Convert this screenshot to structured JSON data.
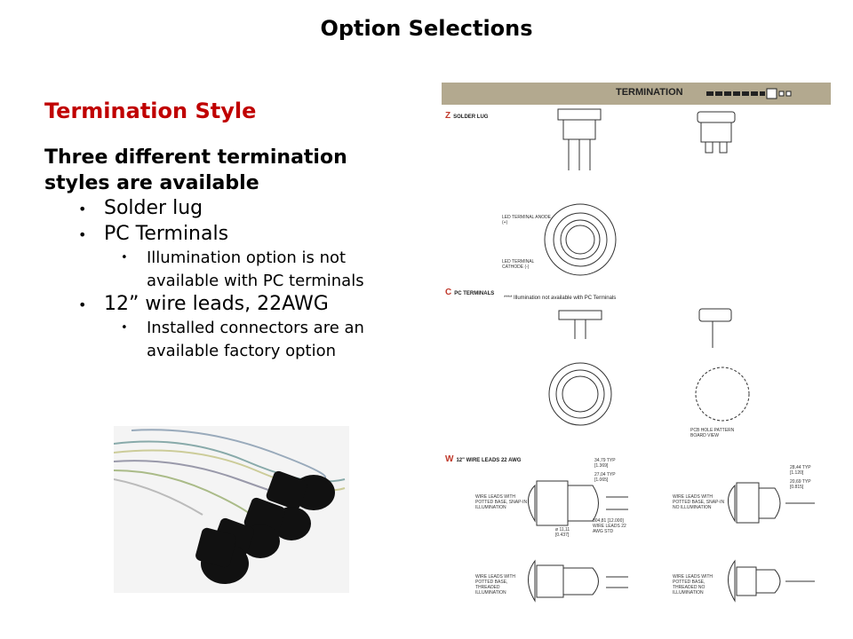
{
  "slide": {
    "title": "Option Selections",
    "subtitle": "Termination Style",
    "intro": "Three different termination styles are available",
    "bullets": [
      {
        "text": "Solder lug"
      },
      {
        "text": "PC Terminals",
        "sub": [
          "Illumination option is not available with PC terminals"
        ]
      },
      {
        "text": "12” wire leads, 22AWG",
        "sub": [
          "Installed connectors are an available factory option"
        ]
      }
    ],
    "bullet_glyph": "•"
  },
  "drawing": {
    "header": "TERMINATION",
    "sections": [
      {
        "code": "Z",
        "label": "SOLDER LUG"
      },
      {
        "code": "C",
        "label": "PC TERMINALS"
      },
      {
        "code": "W",
        "label": "12\" WIRE LEADS 22 AWG"
      }
    ],
    "note": "****   Illumination not available with PC Terminals",
    "captions": [
      "LED TERMINAL ANODE (+)",
      "LED TERMINAL CATHODE (-)",
      "PCB HOLE PATTERN BOARD VIEW",
      "WIRE LEADS WITH POTTED BASE, SNAP-IN ILLUMINATION",
      "WIRE LEADS WITH POTTED BASE, SNAP-IN NO ILLUMINATION",
      "WIRE LEADS WITH POTTED BASE, THREADED ILLUMINATION",
      "WIRE LEADS WITH POTTED BASE, THREADED NO ILLUMINATION"
    ],
    "dims": [
      "304,81 [12.000] WIRE LEADS 22 AWG STD",
      "34,79 TYP [1.369]",
      "27,04 TYP [1.065]",
      "28,44 TYP [1.120]",
      "20,69 TYP [0.815]",
      "ø 11,11 [0.437]"
    ]
  },
  "colors": {
    "accent": "#c00000",
    "header_bar": "#b3a98f"
  }
}
